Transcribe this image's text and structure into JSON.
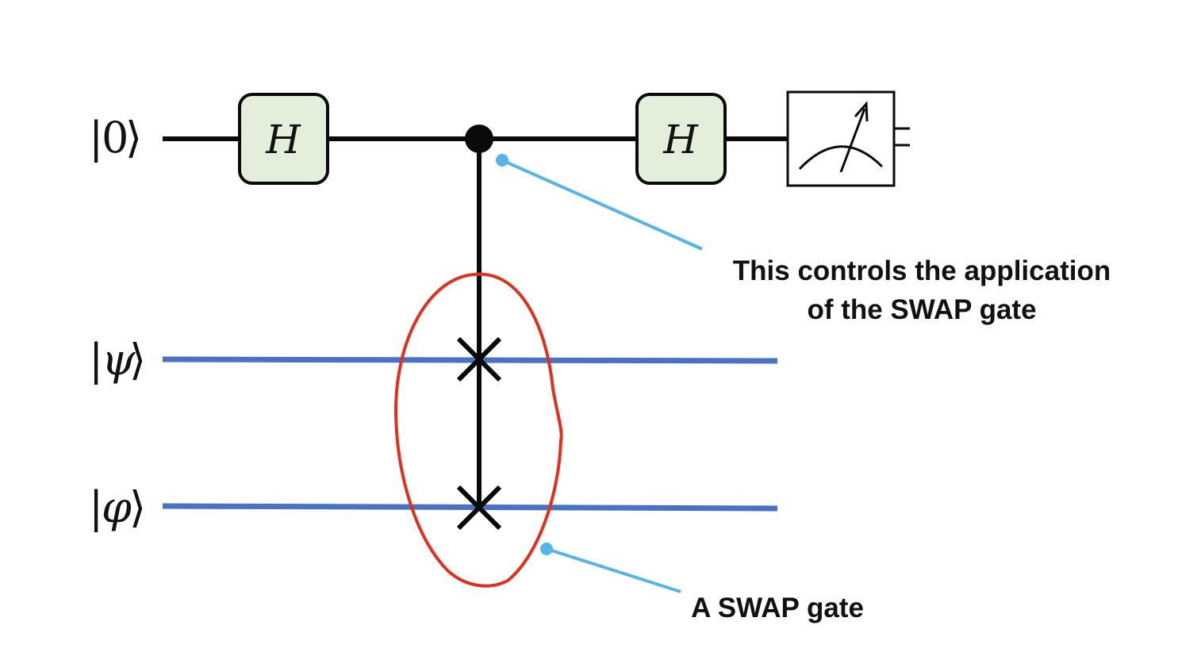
{
  "qubits": [
    {
      "ket_open": "|",
      "symbol": "0",
      "ket_close": "⟩"
    },
    {
      "ket_open": "|",
      "symbol": "ψ",
      "ket_close": "⟩"
    },
    {
      "ket_open": "|",
      "symbol": "φ",
      "ket_close": "⟩"
    }
  ],
  "gates": {
    "h1": "H",
    "h2": "H"
  },
  "annotations": {
    "control_line1": "This controls the application",
    "control_line2": "of the SWAP gate",
    "swap": "A SWAP gate"
  },
  "colors": {
    "wire": "#0a0a0a",
    "target_wire": "#4a72c4",
    "gate_fill": "#e3eedb",
    "highlight": "#e0301e",
    "pointer": "#56b5e8"
  }
}
